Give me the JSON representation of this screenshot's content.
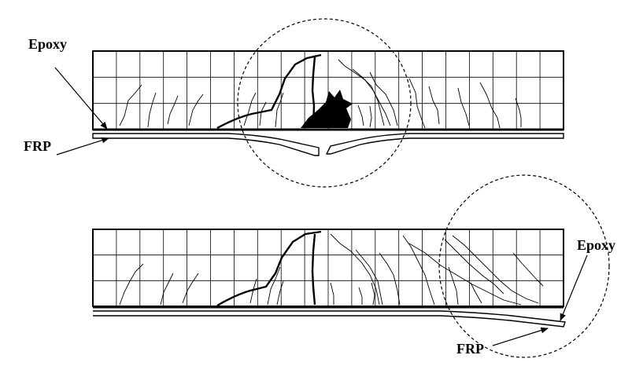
{
  "labels": {
    "top_epoxy": "Epoxy",
    "top_frp": "FRP",
    "bottom_epoxy": "Epoxy",
    "bottom_frp": "FRP"
  },
  "colors": {
    "ink": "#000000",
    "background": "#ffffff"
  }
}
